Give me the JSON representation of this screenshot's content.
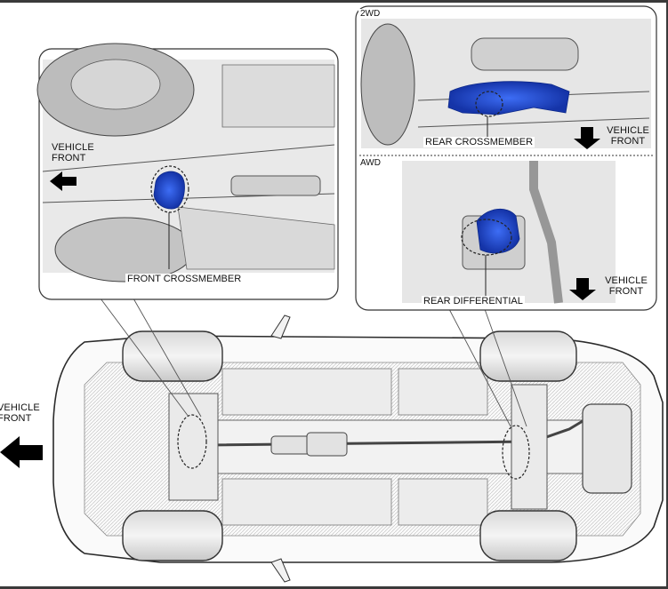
{
  "inset_front": {
    "vehicle_front": [
      "VEHICLE",
      "FRONT"
    ],
    "callout": "FRONT CROSSMEMBER"
  },
  "inset_rear": {
    "section_2wd": "2WD",
    "section_awd": "AWD",
    "callout_2wd": "REAR CROSSMEMBER",
    "callout_awd": "REAR DIFFERENTIAL",
    "vehicle_front_2wd": [
      "VEHICLE",
      "FRONT"
    ],
    "vehicle_front_awd": [
      "VEHICLE",
      "FRONT"
    ]
  },
  "main_view": {
    "vehicle_front": [
      "VEHICLE",
      "FRONT"
    ]
  },
  "colors": {
    "highlight_blue": "#1f4ed8",
    "line": "#2a2a2a",
    "frame": "#3a3a3a"
  }
}
